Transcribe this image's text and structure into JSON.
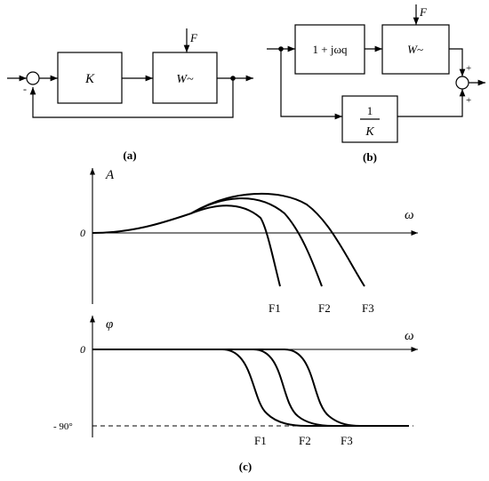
{
  "diagram_a": {
    "block_k": "K",
    "block_w": "W~",
    "disturbance": "F",
    "sum_sign": "-",
    "caption": "(a)"
  },
  "diagram_b": {
    "block_lead": "1 + jωq",
    "block_w": "W~",
    "disturbance": "F",
    "block_inv_num": "1",
    "block_inv_den": "K",
    "sum_sign_top": "+",
    "sum_sign_bottom": "+",
    "caption": "(b)"
  },
  "plot_amplitude": {
    "y_axis_label": "A",
    "x_axis_label": "ω",
    "zero_tick": "0",
    "curve_labels": [
      "F1",
      "F2",
      "F3"
    ]
  },
  "plot_phase": {
    "y_axis_label": "φ",
    "x_axis_label": "ω",
    "zero_tick": "0",
    "bottom_tick": "- 90°",
    "curve_labels": [
      "F1",
      "F2",
      "F3"
    ]
  },
  "caption_c": "(c)"
}
